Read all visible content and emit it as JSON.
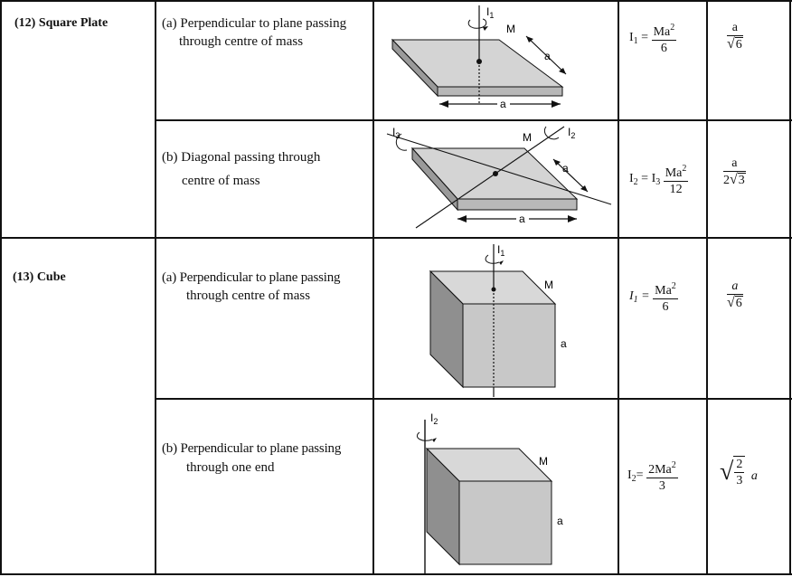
{
  "rows": [
    {
      "title": "(12) Square Plate",
      "cases": [
        {
          "description": "(a) Perpendicular to plane passing through centre of mass",
          "line1": "(a) Perpendicular to plane passing",
          "line2": "through centre of  mass",
          "diagram_labels": {
            "axis": "I",
            "axis_sub": "1",
            "mass": "M",
            "side": "a",
            "base": "a"
          },
          "formula": {
            "lhs": "I",
            "lhs_sub": "1",
            "eq": "=",
            "num": "Ma",
            "num_sup": "2",
            "den": "6"
          },
          "radius": {
            "num": "a",
            "den_sqrt": "6"
          }
        },
        {
          "description": "(b) Diagonal passing through centre of mass",
          "line1": "(b) Diagonal passing through",
          "line2": "centre of  mass",
          "diagram_labels": {
            "axis3": "I",
            "axis3_sub": "3",
            "axis2": "I",
            "axis2_sub": "2",
            "mass": "M",
            "side": "a",
            "base": "a"
          },
          "formula": {
            "lhs": "I",
            "lhs_sub": "2",
            "eq1": "= I",
            "eq1_sub": "3",
            "num": "Ma",
            "num_sup": "2",
            "den": "12"
          },
          "radius": {
            "num": "a",
            "den_prefix": "2",
            "den_sqrt": "3"
          }
        }
      ]
    },
    {
      "title": "(13)  Cube",
      "cases": [
        {
          "description": "(a) Perpendicular to plane passing through centre of mass",
          "line1": "(a)  Perpendicular to plane passing",
          "line2": "through centre of mass",
          "diagram_labels": {
            "axis": "I",
            "axis_sub": "1",
            "mass": "M",
            "side": "a"
          },
          "formula": {
            "lhs": "I",
            "lhs_sub": "1",
            "eq": "=",
            "num": "Ma",
            "num_sup": "2",
            "den": "6"
          },
          "radius": {
            "num": "a",
            "den_sqrt": "6"
          }
        },
        {
          "description": "(b) Perpendicular to plane passing through one end",
          "line1": "(b)  Perpendicular to plane passing",
          "line2": "through one end",
          "diagram_labels": {
            "axis": "I",
            "axis_sub": "2",
            "mass": "M",
            "side": "a"
          },
          "formula": {
            "lhs": "I",
            "lhs_sub": "2",
            "eq": "=",
            "num": "2Ma",
            "num_sup": "2",
            "den": "3"
          },
          "radius": {
            "sqrt_num": "2",
            "sqrt_den": "3",
            "factor": "a"
          }
        }
      ]
    }
  ],
  "colors": {
    "border": "#111111",
    "plate_top": "#d4d4d4",
    "plate_side": "#a0a0a0",
    "cube_front": "#c8c8c8",
    "cube_side": "#8f8f8f"
  }
}
